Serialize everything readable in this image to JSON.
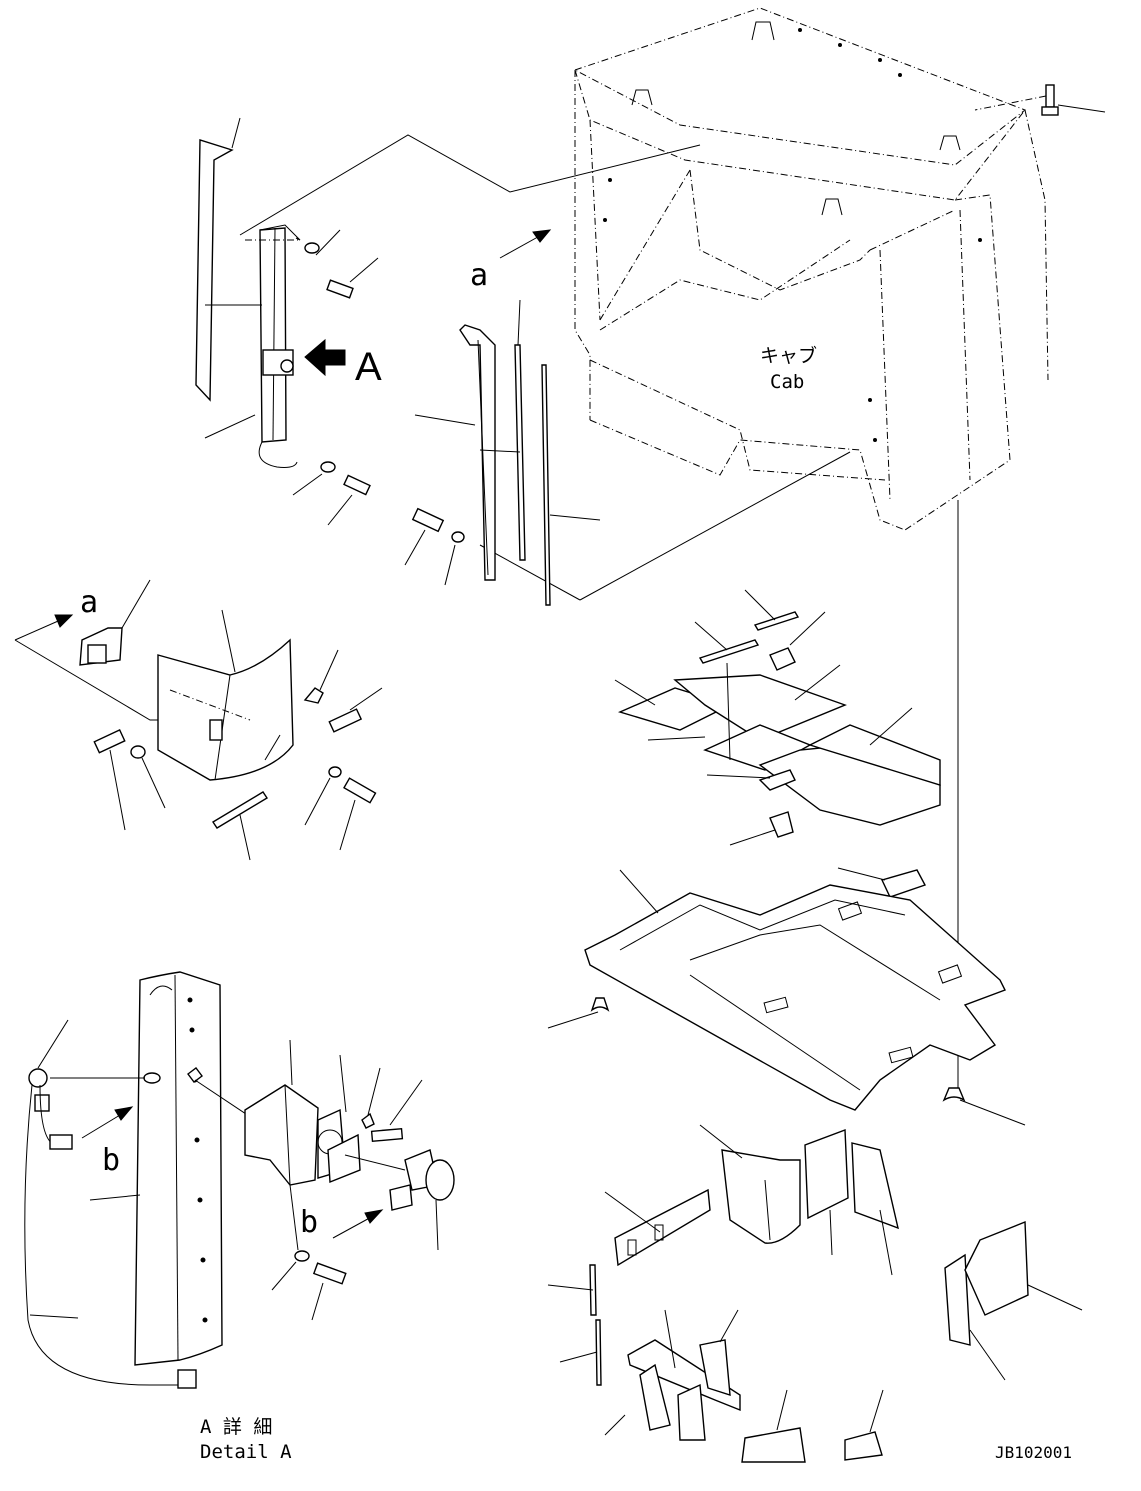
{
  "labels": {
    "view_a_top": "a",
    "view_a_left": "a",
    "detail_arrow": "A",
    "cab_jp": "キャブ",
    "cab_en": "Cab",
    "view_b_left": "b",
    "view_b_mid": "b",
    "detail_jp": "A 詳 細",
    "detail_en": "Detail A",
    "drawing_code": "JB102001"
  }
}
